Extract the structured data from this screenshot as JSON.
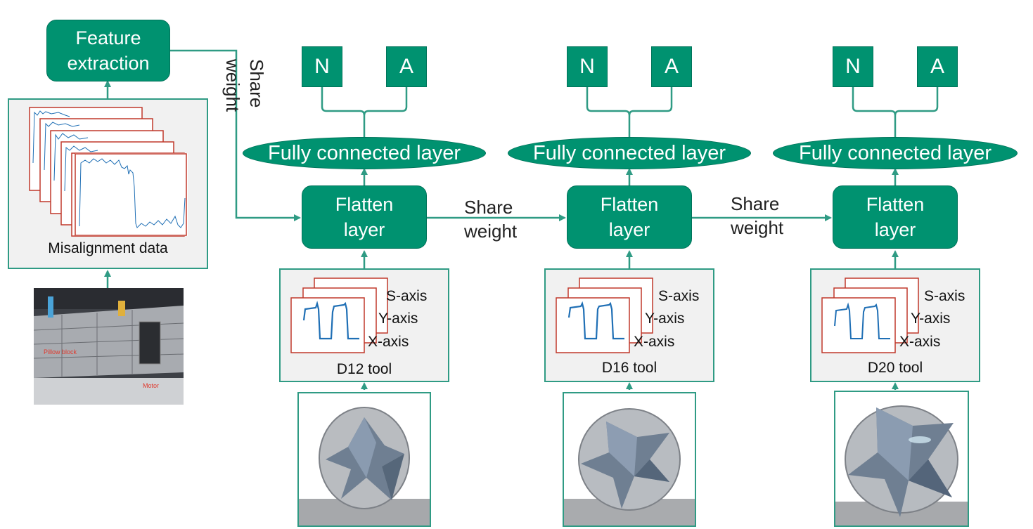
{
  "feature_extraction": {
    "line1": "Feature",
    "line2": "extraction"
  },
  "misalignment": {
    "caption": "Misalignment data",
    "photo_labels": {
      "pillow": "Pillow block",
      "motor": "Motor"
    }
  },
  "share_weight_vertical": {
    "line1": "Share",
    "line2": "weight"
  },
  "share_weight_1": {
    "line1": "Share",
    "line2": "weight"
  },
  "share_weight_2": {
    "line1": "Share",
    "line2": "weight"
  },
  "columns": [
    {
      "tool": "D12 tool",
      "fc": "Fully connected layer",
      "flatten1": "Flatten",
      "flatten2": "layer",
      "out_n": "N",
      "out_a": "A",
      "axes": [
        "S-axis",
        "Y-axis",
        "X-axis"
      ]
    },
    {
      "tool": "D16 tool",
      "fc": "Fully connected layer",
      "flatten1": "Flatten",
      "flatten2": "layer",
      "out_n": "N",
      "out_a": "A",
      "axes": [
        "S-axis",
        "Y-axis",
        "X-axis"
      ]
    },
    {
      "tool": "D20 tool",
      "fc": "Fully connected layer",
      "flatten1": "Flatten",
      "flatten2": "layer",
      "out_n": "N",
      "out_a": "A",
      "axes": [
        "S-axis",
        "Y-axis",
        "X-axis"
      ]
    }
  ],
  "colors": {
    "teal": "#009270",
    "wire": "#2f9b84",
    "frame_red": "#c0392b",
    "signal_blue": "#1f6fb5"
  }
}
